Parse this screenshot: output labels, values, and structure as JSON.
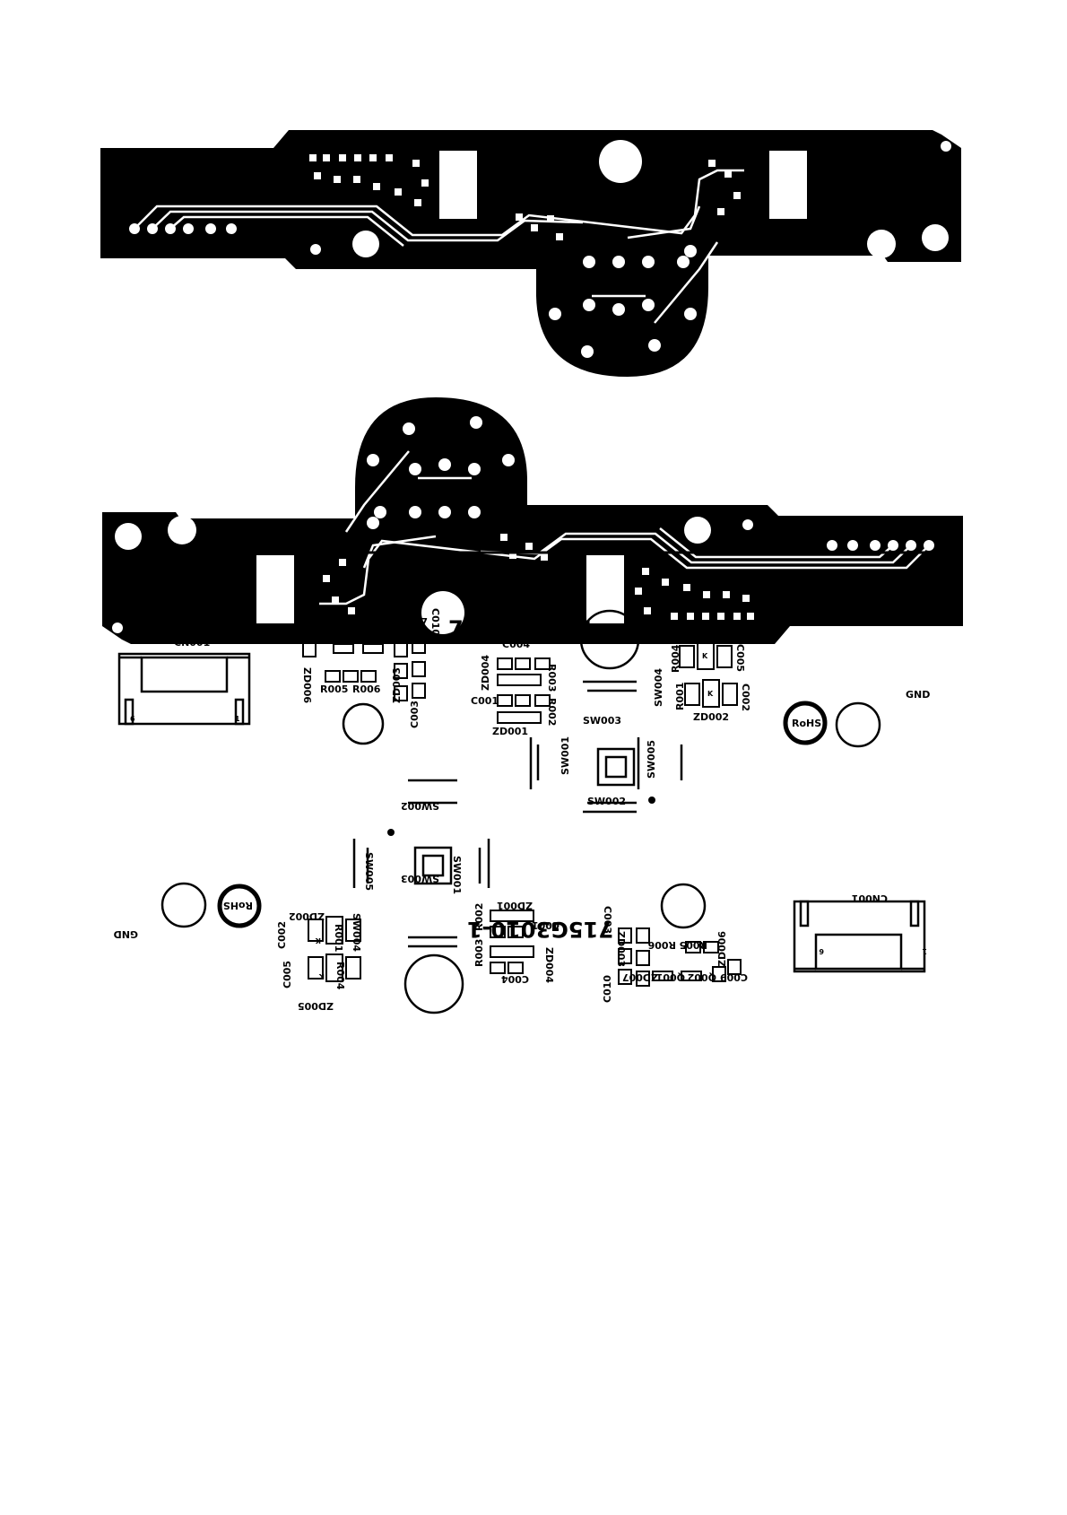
{
  "board_id": "715G3010-1",
  "rohs_mark": "RoHS",
  "gnd_label": "GND",
  "connector": {
    "ref": "CN001",
    "pin_first": "1",
    "pin_last": "6"
  },
  "components": [
    "C009",
    "Q002",
    "Q001",
    "ZD007",
    "C010",
    "ZD006",
    "R005",
    "R006",
    "ZD003",
    "C003",
    "C004",
    "ZD004",
    "R003",
    "C001",
    "R002",
    "ZD001",
    "SW001",
    "SW002",
    "SW003",
    "SW004",
    "SW005",
    "ZD005",
    "R004",
    "C005",
    "R001",
    "ZD002",
    "C002"
  ],
  "diode_mark": "K"
}
